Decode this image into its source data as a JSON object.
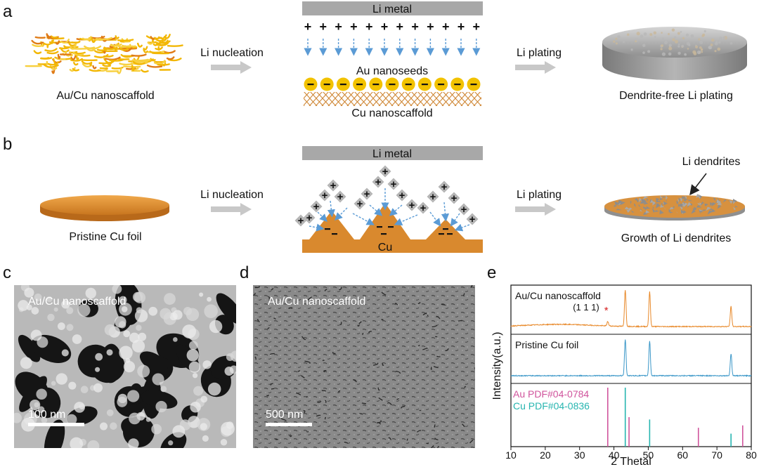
{
  "panel_a": {
    "letter": "a",
    "left_caption": "Au/Cu nanoscaffold",
    "arrow1_label": "Li nucleation",
    "li_metal": "Li metal",
    "seeds_label": "Au nanoseeds",
    "scaffold_label": "Cu nanoscaffold",
    "arrow2_label": "Li plating",
    "right_caption": "Dendrite-free  Li plating"
  },
  "panel_b": {
    "letter": "b",
    "left_caption": "Pristine Cu foil",
    "arrow1_label": "Li nucleation",
    "li_metal": "Li metal",
    "substrate_label": "Cu",
    "arrow2_label": "Li plating",
    "dendrite_label": "Li dendrites",
    "right_caption": "Growth of  Li dendrites"
  },
  "panel_c": {
    "letter": "c",
    "title": "Au/Cu nanoscaffold",
    "scale": "100 nm"
  },
  "panel_d": {
    "letter": "d",
    "title": "Au/Cu nanoscaffold",
    "scale": "500 nm"
  },
  "panel_e": {
    "letter": "e",
    "ref_au": "Au PDF#04-0784",
    "ref_cu": "Cu PDF#04-0836"
  },
  "colors": {
    "li_gray": "#a8a8a8",
    "copper": "#d9892e",
    "au_yellow": "#f2c200",
    "arrow_blue": "#5b9bd5",
    "xrd_orange": "#e8892a",
    "xrd_blue": "#3b97c8",
    "ref_pink": "#d0549c",
    "ref_teal": "#27b5b0"
  },
  "chart_data": {
    "type": "line",
    "xlabel": "2 Thetal",
    "ylabel": "Intensity(a.u.)",
    "xlim": [
      10,
      80
    ],
    "xticks": [
      10,
      20,
      30,
      40,
      50,
      60,
      70,
      80
    ],
    "series": [
      {
        "name": "Au/Cu nanoscaffold",
        "annotation": "(1 1 1)",
        "annotation_x": 38.2,
        "baseline_hump_center": 24,
        "peaks": [
          {
            "x": 38.2,
            "height": 0.12
          },
          {
            "x": 43.3,
            "height": 1.0
          },
          {
            "x": 50.4,
            "height": 0.95
          },
          {
            "x": 74.1,
            "height": 0.55
          }
        ]
      },
      {
        "name": "Pristine Cu foil",
        "peaks": [
          {
            "x": 43.3,
            "height": 1.0
          },
          {
            "x": 50.4,
            "height": 0.95
          },
          {
            "x": 74.1,
            "height": 0.6
          }
        ]
      }
    ],
    "references": [
      {
        "name": "Au PDF#04-0784",
        "lines": [
          {
            "x": 38.2,
            "h": 1.0
          },
          {
            "x": 44.4,
            "h": 0.5
          },
          {
            "x": 64.6,
            "h": 0.32
          },
          {
            "x": 77.5,
            "h": 0.36
          }
        ]
      },
      {
        "name": "Cu PDF#04-0836",
        "lines": [
          {
            "x": 43.3,
            "h": 1.0
          },
          {
            "x": 50.4,
            "h": 0.46
          },
          {
            "x": 74.1,
            "h": 0.22
          }
        ]
      }
    ]
  }
}
